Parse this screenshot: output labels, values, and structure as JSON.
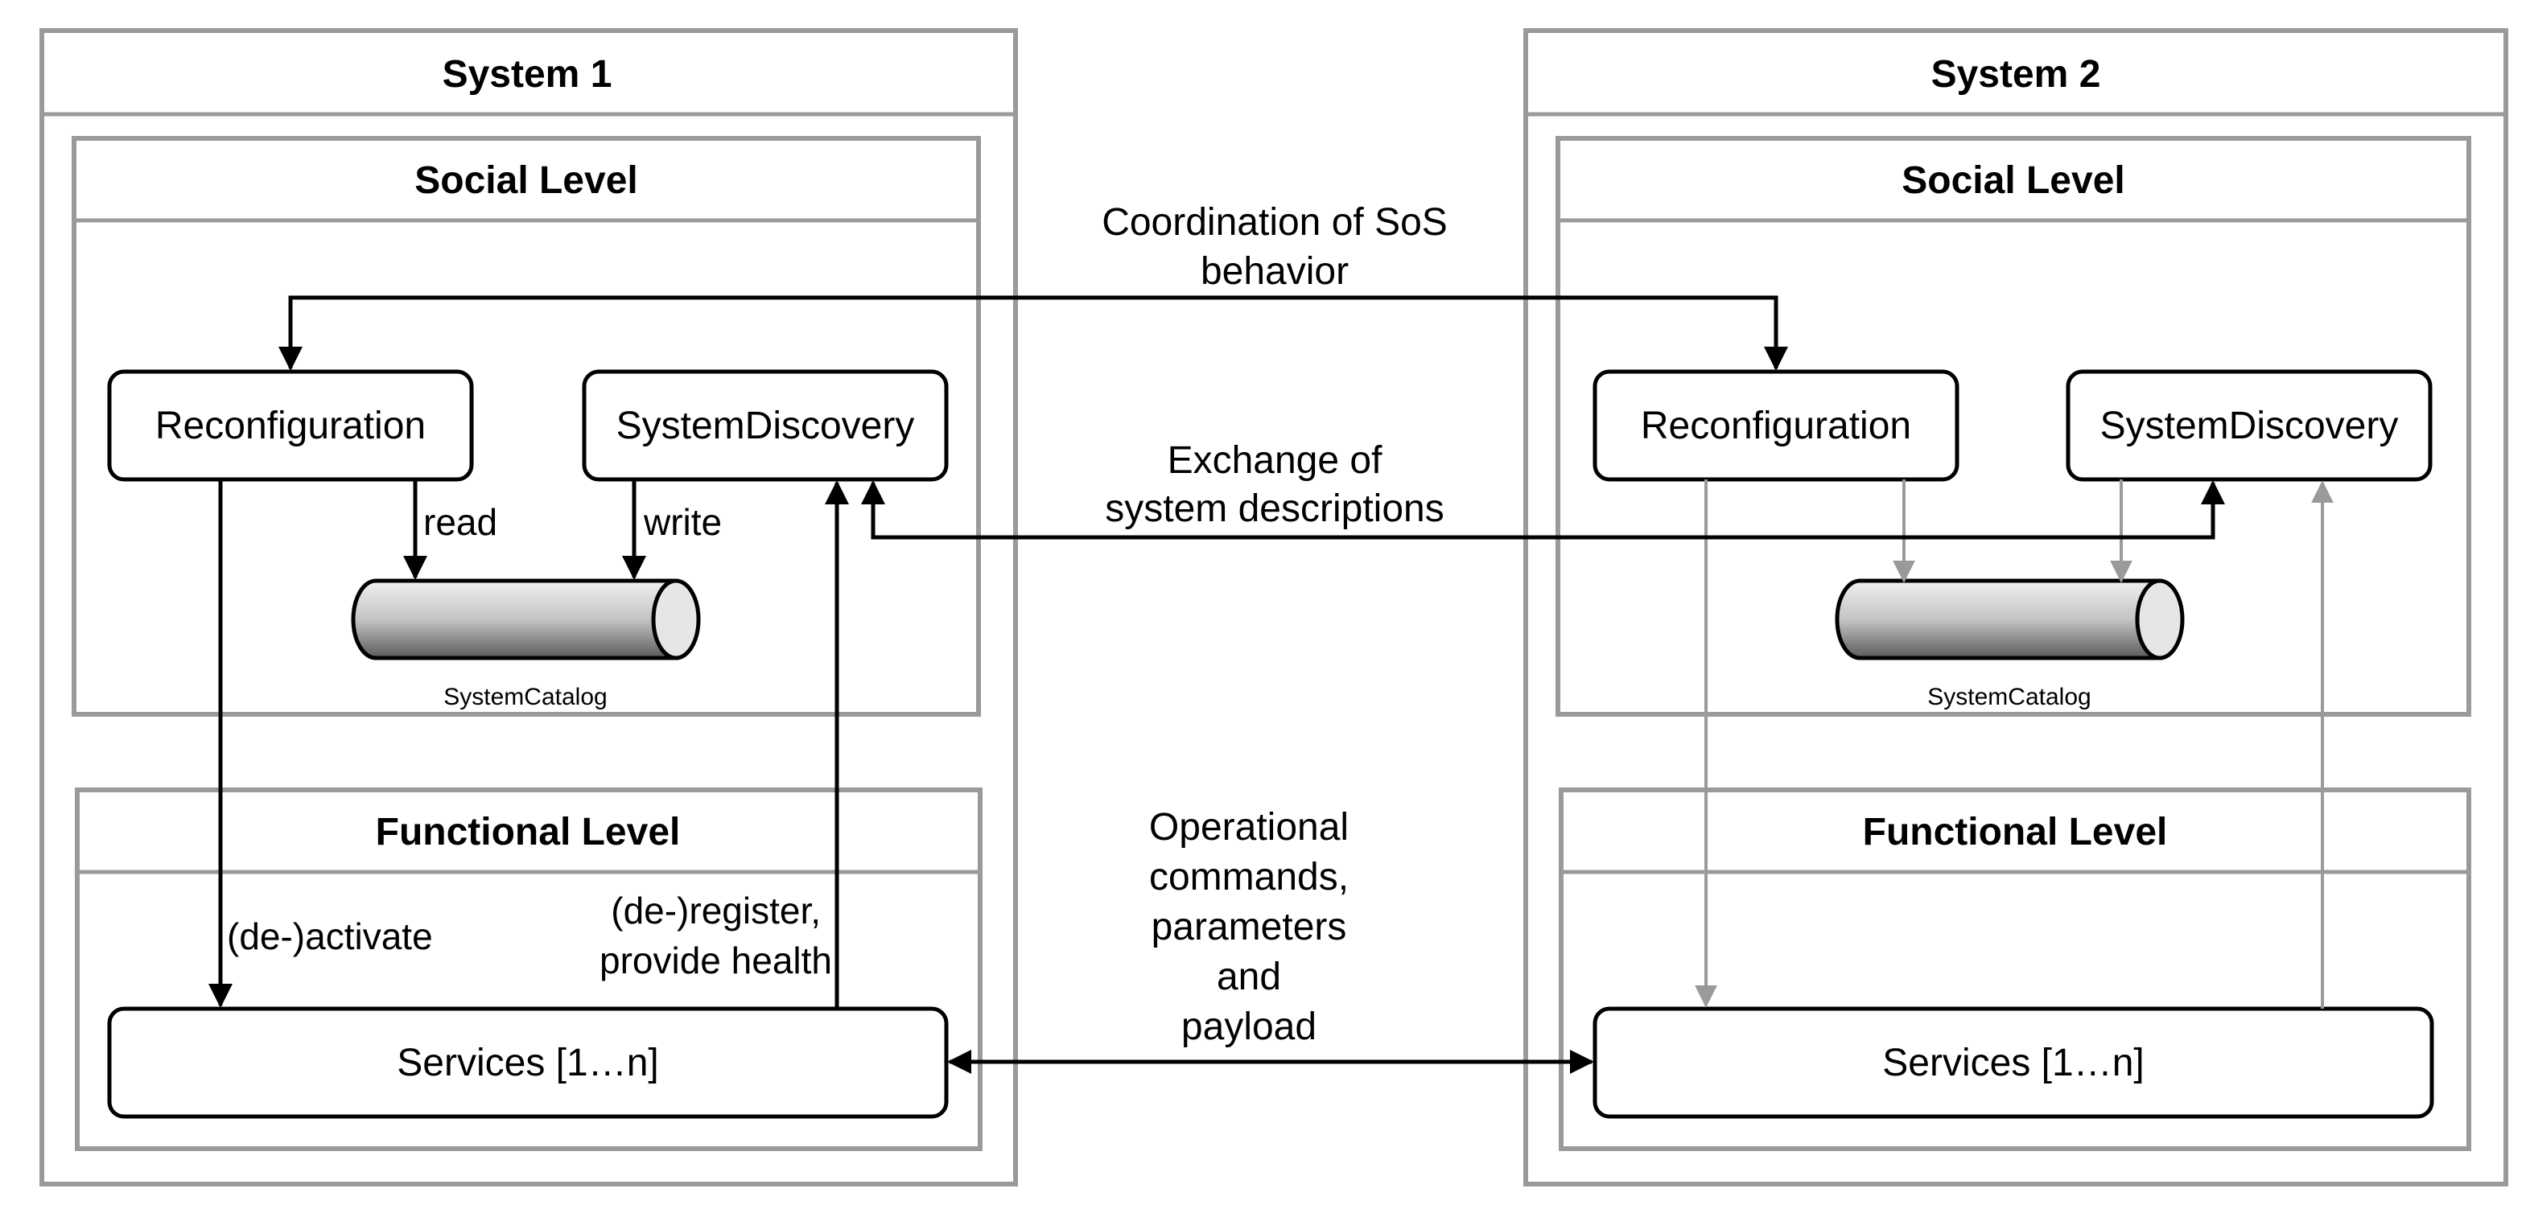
{
  "system1": {
    "title": "System 1",
    "social": {
      "title": "Social Level",
      "reconfiguration": "Reconfiguration",
      "discovery": "SystemDiscovery",
      "catalog": "SystemCatalog",
      "read_label": "read",
      "write_label": "write"
    },
    "functional": {
      "title": "Functional Level",
      "services": "Services [1…n]",
      "activate_label": "(de-)activate",
      "register_label_1": "(de-)register,",
      "register_label_2": "provide health"
    }
  },
  "system2": {
    "title": "System 2",
    "social": {
      "title": "Social Level",
      "reconfiguration": "Reconfiguration",
      "discovery": "SystemDiscovery",
      "catalog": "SystemCatalog"
    },
    "functional": {
      "title": "Functional Level",
      "services": "Services [1…n]"
    }
  },
  "links": {
    "coordination": [
      "Coordination of SoS",
      "behavior"
    ],
    "exchange": [
      "Exchange of",
      "system descriptions"
    ],
    "operational": [
      "Operational",
      "commands,",
      "parameters",
      "and",
      "payload"
    ]
  },
  "colors": {
    "frame": "#9a9a9a",
    "active_arrow": "#000000",
    "inactive_arrow": "#9a9a9a"
  }
}
